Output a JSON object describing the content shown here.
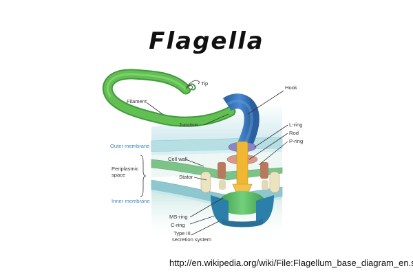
{
  "title": "Flagella",
  "source_url": "http://en.wikipedia.org/wiki/File:Flagellum_base_diagram_en.svg",
  "labels": {
    "tip": "Tip",
    "filament": "Filament",
    "hook": "Hook",
    "junction": "Junction",
    "l_ring": "L-ring",
    "rod": "Rod",
    "p_ring": "P-ring",
    "outer_membrane": "Outer membrane",
    "periplasmic_line1": "Periplasmic",
    "periplasmic_line2": "space",
    "cell_wall": "Cell wall",
    "stator": "Stator",
    "inner_membrane": "Inner membrane",
    "ms_ring": "MS-ring",
    "c_ring": "C-ring",
    "type3_line1": "Type III",
    "type3_line2": "secretion system"
  },
  "colors": {
    "filament": "#5bb84e",
    "filament_dark": "#3f9a3c",
    "hook": "#3a74b8",
    "outer_membrane": "#b6dfe4",
    "cell_wall": "#7cc389",
    "inner_membrane": "#8ec8ce",
    "cytoplasm": "#d9efe8",
    "rod": "#f0b733",
    "l_ring": "#8a86c6",
    "p_ring": "#d69a8a",
    "stator": "#ece4c0",
    "ms_ring": "#57bb63",
    "c_ring": "#2b7fa8",
    "membrane_label": "#3a86b8"
  }
}
